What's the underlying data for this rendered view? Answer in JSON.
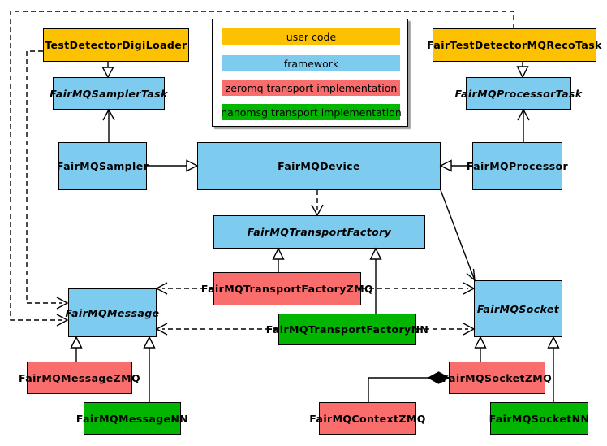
{
  "palette": {
    "user_code": "#FCC101",
    "framework": "#7DCCF0",
    "zeromq": "#FA6D6D",
    "nanomsg": "#01B501"
  },
  "legend": {
    "items": [
      {
        "label": "user code",
        "color": "#FCC101"
      },
      {
        "label": "framework",
        "color": "#7DCCF0"
      },
      {
        "label": "zeromq transport implementation",
        "color": "#FA6D6D"
      },
      {
        "label": "nanomsg transport implementation",
        "color": "#01B501"
      }
    ]
  },
  "nodes": {
    "testDetectorDigiLoader": {
      "label": "TestDetectorDigiLoader",
      "category": "user code",
      "abstract": false
    },
    "fairTestDetectorMQRecoTask": {
      "label": "FairTestDetectorMQRecoTask",
      "category": "user code",
      "abstract": false
    },
    "fairMQSamplerTask": {
      "label": "FairMQSamplerTask",
      "category": "framework",
      "abstract": true
    },
    "fairMQProcessorTask": {
      "label": "FairMQProcessorTask",
      "category": "framework",
      "abstract": true
    },
    "fairMQSampler": {
      "label": "FairMQSampler",
      "category": "framework",
      "abstract": false
    },
    "fairMQDevice": {
      "label": "FairMQDevice",
      "category": "framework",
      "abstract": false
    },
    "fairMQProcessor": {
      "label": "FairMQProcessor",
      "category": "framework",
      "abstract": false
    },
    "fairMQTransportFactory": {
      "label": "FairMQTransportFactory",
      "category": "framework",
      "abstract": true
    },
    "fairMQTransportFactoryZMQ": {
      "label": "FairMQTransportFactoryZMQ",
      "category": "zeromq transport implementation",
      "abstract": false
    },
    "fairMQTransportFactoryNN": {
      "label": "FairMQTransportFactoryNN",
      "category": "nanomsg transport implementation",
      "abstract": false
    },
    "fairMQMessage": {
      "label": "FairMQMessage",
      "category": "framework",
      "abstract": true
    },
    "fairMQSocket": {
      "label": "FairMQSocket",
      "category": "framework",
      "abstract": true
    },
    "fairMQMessageZMQ": {
      "label": "FairMQMessageZMQ",
      "category": "zeromq transport implementation",
      "abstract": false
    },
    "fairMQMessageNN": {
      "label": "FairMQMessageNN",
      "category": "nanomsg transport implementation",
      "abstract": false
    },
    "fairMQSocketZMQ": {
      "label": "FairMQSocketZMQ",
      "category": "zeromq transport implementation",
      "abstract": false
    },
    "fairMQSocketNN": {
      "label": "FairMQSocketNN",
      "category": "nanomsg transport implementation",
      "abstract": false
    },
    "fairMQContextZMQ": {
      "label": "FairMQContextZMQ",
      "category": "zeromq transport implementation",
      "abstract": false
    }
  },
  "edges": [
    {
      "from": "TestDetectorDigiLoader",
      "to": "FairMQSamplerTask",
      "type": "inheritance"
    },
    {
      "from": "FairTestDetectorMQRecoTask",
      "to": "FairMQProcessorTask",
      "type": "inheritance"
    },
    {
      "from": "FairMQSampler",
      "to": "FairMQDevice",
      "type": "inheritance"
    },
    {
      "from": "FairMQProcessor",
      "to": "FairMQDevice",
      "type": "inheritance"
    },
    {
      "from": "FairMQSampler",
      "to": "FairMQSamplerTask",
      "type": "association"
    },
    {
      "from": "FairMQProcessor",
      "to": "FairMQProcessorTask",
      "type": "association"
    },
    {
      "from": "FairMQDevice",
      "to": "FairMQSocket",
      "type": "association"
    },
    {
      "from": "FairMQDevice",
      "to": "FairMQTransportFactory",
      "type": "dependency"
    },
    {
      "from": "FairMQTransportFactoryZMQ",
      "to": "FairMQTransportFactory",
      "type": "inheritance"
    },
    {
      "from": "FairMQTransportFactoryNN",
      "to": "FairMQTransportFactory",
      "type": "inheritance"
    },
    {
      "from": "FairMQTransportFactoryZMQ",
      "to": "FairMQMessage",
      "type": "dependency"
    },
    {
      "from": "FairMQTransportFactoryZMQ",
      "to": "FairMQSocket",
      "type": "dependency"
    },
    {
      "from": "FairMQTransportFactoryNN",
      "to": "FairMQMessage",
      "type": "dependency"
    },
    {
      "from": "FairMQTransportFactoryNN",
      "to": "FairMQSocket",
      "type": "dependency"
    },
    {
      "from": "FairMQMessageZMQ",
      "to": "FairMQMessage",
      "type": "inheritance"
    },
    {
      "from": "FairMQMessageNN",
      "to": "FairMQMessage",
      "type": "inheritance"
    },
    {
      "from": "FairMQSocketZMQ",
      "to": "FairMQSocket",
      "type": "inheritance"
    },
    {
      "from": "FairMQSocketNN",
      "to": "FairMQSocket",
      "type": "inheritance"
    },
    {
      "from": "FairMQContextZMQ",
      "to": "FairMQSocketZMQ",
      "type": "composition"
    },
    {
      "from": "TestDetectorDigiLoader",
      "to": "FairMQMessage",
      "type": "dependency"
    },
    {
      "from": "FairTestDetectorMQRecoTask",
      "to": "FairMQMessage",
      "type": "dependency"
    }
  ]
}
